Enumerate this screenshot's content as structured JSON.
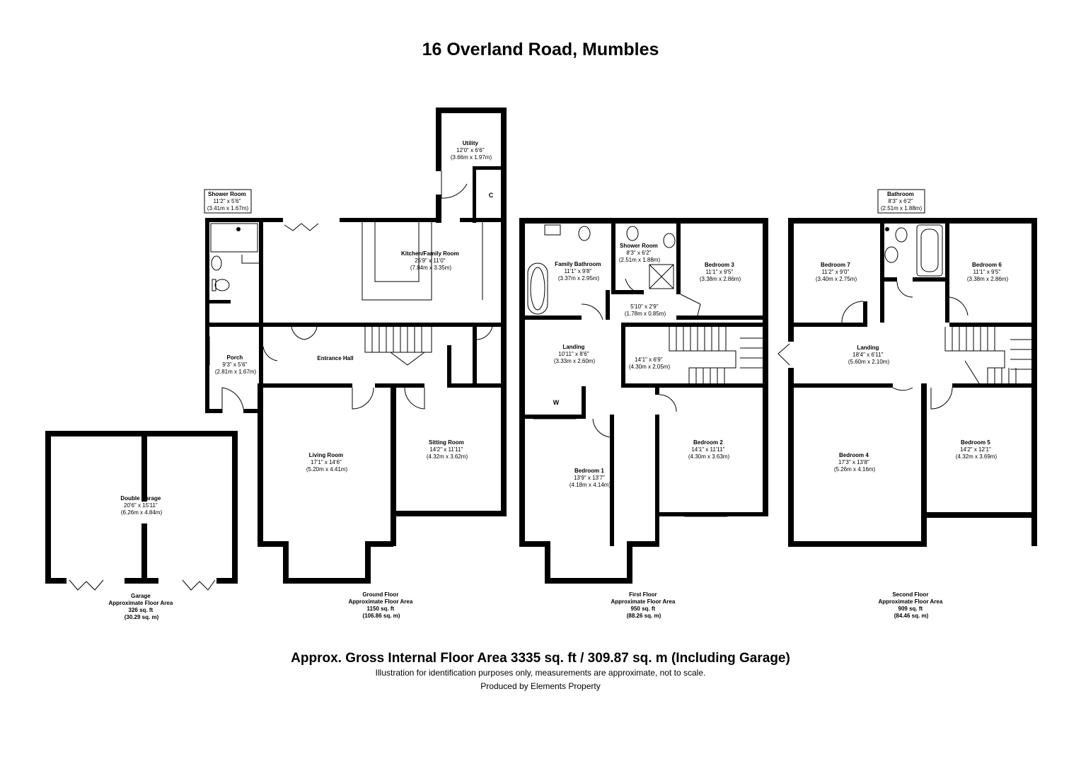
{
  "title": "16 Overland Road, Mumbles",
  "rooms": [
    {
      "id": "utility",
      "name": "Utility",
      "imperial": "12'0\" x 6'6\"",
      "metric": "(3.66m x 1.97m)"
    },
    {
      "id": "c",
      "name": "C"
    },
    {
      "id": "gf-shower",
      "name": "Shower Room",
      "imperial": "11'2\" x 5'6\"",
      "metric": "(3.41m x 1.67m)"
    },
    {
      "id": "kitchen",
      "name": "Kitchen/Family Room",
      "imperial": "25'9\" x 11'0\"",
      "metric": "(7.84m x 3.35m)"
    },
    {
      "id": "porch",
      "name": "Porch",
      "imperial": "9'3\" x 5'6\"",
      "metric": "(2.81m x 1.67m)"
    },
    {
      "id": "hall",
      "name": "Entrance Hall"
    },
    {
      "id": "living",
      "name": "Living Room",
      "imperial": "17'1\" x 14'6\"",
      "metric": "(5.20m x 4.41m)"
    },
    {
      "id": "sitting",
      "name": "Sitting Room",
      "imperial": "14'2\" x 11'11\"",
      "metric": "(4.32m x 3.62m)"
    },
    {
      "id": "garage",
      "name": "Double Garage",
      "imperial": "20'6\" x 15'11\"",
      "metric": "(6.26m x 4.84m)"
    },
    {
      "id": "fam-bath",
      "name": "Family Bathroom",
      "imperial": "11'1\" x 9'8\"",
      "metric": "(3.37m x 2.95m)"
    },
    {
      "id": "ff-shower",
      "name": "Shower Room",
      "imperial": "8'3\" x 6'2\"",
      "metric": "(2.51m x 1.88m)"
    },
    {
      "id": "bed3",
      "name": "Bedroom 3",
      "imperial": "11'1\" x 9'5\"",
      "metric": "(3.38m x 2.86m)"
    },
    {
      "id": "ff-passage",
      "imperial": "5'10\" x 2'9\"",
      "metric": "(1.78m x 0.85m)"
    },
    {
      "id": "ff-landing",
      "name": "Landing",
      "imperial": "10'11\" x 8'6\"",
      "metric": "(3.33m x 2.60m)"
    },
    {
      "id": "ff-stair",
      "imperial": "14'1\" x 6'9\"",
      "metric": "(4.30m x 2.05m)"
    },
    {
      "id": "w",
      "name": "W"
    },
    {
      "id": "bed1",
      "name": "Bedroom 1",
      "imperial": "13'9\" x 13'7\"",
      "metric": "(4.18m x 4.14m)"
    },
    {
      "id": "bed2",
      "name": "Bedroom 2",
      "imperial": "14'1\" x 11'11\"",
      "metric": "(4.30m x 3.63m)"
    },
    {
      "id": "sf-bath",
      "name": "Bathroom",
      "imperial": "8'3\" x 6'2\"",
      "metric": "(2.51m x 1.88m)"
    },
    {
      "id": "bed7",
      "name": "Bedroom 7",
      "imperial": "11'2\" x 9'0\"",
      "metric": "(3.40m x 2.75m)"
    },
    {
      "id": "bed6",
      "name": "Bedroom 6",
      "imperial": "11'1\" x 9'5\"",
      "metric": "(3.38m x 2.86m)"
    },
    {
      "id": "sf-landing",
      "name": "Landing",
      "imperial": "18'4\" x 6'11\"",
      "metric": "(5.60m x 2.10m)"
    },
    {
      "id": "bed4",
      "name": "Bedroom 4",
      "imperial": "17'3\" x 13'8\"",
      "metric": "(5.26m x 4.16m)"
    },
    {
      "id": "bed5",
      "name": "Bedroom 5",
      "imperial": "14'2\" x 12'1\"",
      "metric": "(4.32m x 3.69m)"
    }
  ],
  "floors": [
    {
      "id": "garage",
      "name": "Garage",
      "area_label": "Approximate Floor Area",
      "sqft": "326 sq. ft",
      "sqm": "(30.29 sq. m)"
    },
    {
      "id": "ground",
      "name": "Ground Floor",
      "area_label": "Approximate Floor Area",
      "sqft": "1150 sq. ft",
      "sqm": "(106.86 sq. m)"
    },
    {
      "id": "first",
      "name": "First Floor",
      "area_label": "Approximate Floor Area",
      "sqft": "950 sq. ft",
      "sqm": "(88.26 sq. m)"
    },
    {
      "id": "second",
      "name": "Second Floor",
      "area_label": "Approximate Floor Area",
      "sqft": "909 sq. ft",
      "sqm": "(84.46 sq. m)"
    }
  ],
  "footer": {
    "gross_area": "Approx. Gross Internal Floor Area 3335 sq. ft / 309.87 sq. m (Including Garage)",
    "disclaimer": "Illustration for identification purposes only, measurements are approximate, not to scale.",
    "credit": "Produced by Elements Property"
  }
}
